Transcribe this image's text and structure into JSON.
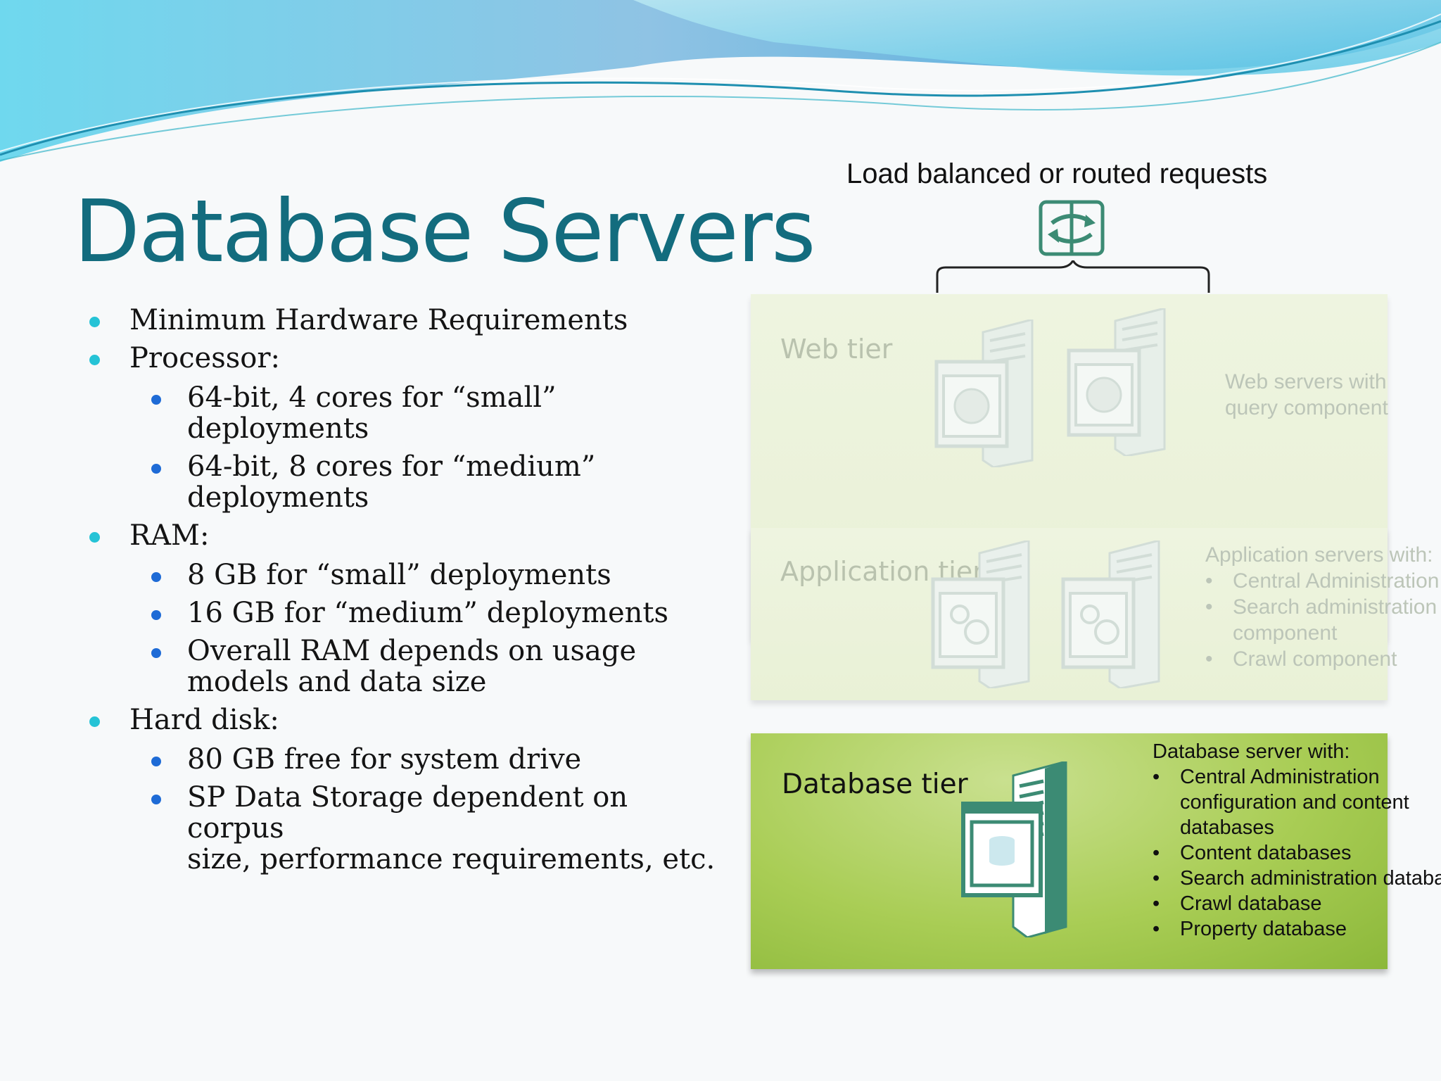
{
  "slide": {
    "title": "Database Servers",
    "bullets": [
      {
        "level": 1,
        "lines": [
          "Minimum Hardware Requirements"
        ]
      },
      {
        "level": 1,
        "lines": [
          "Processor:"
        ]
      },
      {
        "level": 2,
        "lines": [
          "64-bit, 4 cores for “small”",
          "deployments"
        ]
      },
      {
        "level": 2,
        "lines": [
          "64-bit, 8 cores for “medium”",
          "deployments"
        ]
      },
      {
        "level": 1,
        "lines": [
          "RAM:"
        ]
      },
      {
        "level": 2,
        "lines": [
          "8 GB for “small” deployments"
        ]
      },
      {
        "level": 2,
        "lines": [
          "16 GB for “medium” deployments"
        ]
      },
      {
        "level": 2,
        "lines": [
          "Overall RAM depends on usage",
          "models and data size"
        ]
      },
      {
        "level": 1,
        "lines": [
          "Hard disk:"
        ]
      },
      {
        "level": 2,
        "lines": [
          "80 GB free for system drive"
        ]
      },
      {
        "level": 2,
        "lines": [
          "SP Data Storage dependent on",
          "corpus",
          "size, performance requirements, etc."
        ]
      }
    ]
  },
  "diagram": {
    "top_label": "Load balanced or routed requests",
    "icons": {
      "balancer": "load-balancer-icon",
      "web": "web-server-icon",
      "app": "app-server-icon",
      "db": "database-server-icon"
    },
    "web_tier": {
      "name": "Web tier",
      "desc_lines": [
        "Web servers with",
        "query component"
      ]
    },
    "app_tier": {
      "name": "Application tier",
      "desc_title": "Application servers with:",
      "items": [
        "Central Administration",
        "Search administration",
        "component",
        "Crawl component"
      ]
    },
    "db_tier": {
      "name": "Database tier",
      "desc_title": "Database server with:",
      "items": [
        "Central Administration",
        "configuration and content",
        "databases",
        "Content databases",
        "Search administration database",
        "Crawl database",
        "Property database"
      ]
    }
  }
}
